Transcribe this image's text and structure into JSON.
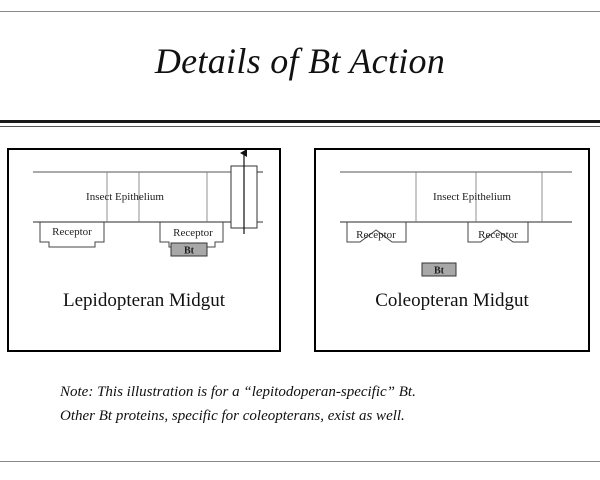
{
  "slide": {
    "title": "Details of Bt Action"
  },
  "panels": {
    "lepidopteran": {
      "caption": "Lepidopteran Midgut",
      "epithelium_label": "Insect Epithelium",
      "receptor_left_label": "Receptor",
      "receptor_right_label": "Receptor",
      "bt_label": "Bt"
    },
    "coleopteran": {
      "caption": "Coleopteran Midgut",
      "epithelium_label": "Insect Epithelium",
      "receptor_left_label": "Receptor",
      "receptor_right_label": "Receptor",
      "bt_label": "Bt"
    }
  },
  "footnote": {
    "line1": "Note: This illustration is for a “lepitodoperan-specific” Bt.",
    "line2": "Other Bt proteins, specific for coleopterans, exist as well."
  },
  "colors": {
    "bt_fill": "#a8a8a8",
    "line": "#555555"
  }
}
